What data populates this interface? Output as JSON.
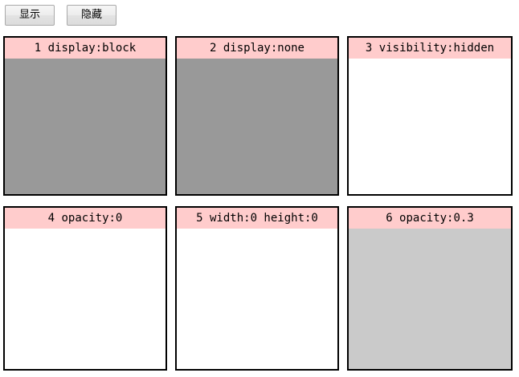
{
  "toolbar": {
    "show_label": "显示",
    "hide_label": "隐藏"
  },
  "colors": {
    "header_bg": "#ffcccc",
    "panel_border": "#000000",
    "body_gray": "#999999",
    "body_dim_gray": "#cacaca",
    "body_white": "#ffffff",
    "page_bg": "#ffffff"
  },
  "panels": [
    {
      "index": "1",
      "title": "1 display:block",
      "fill": "fill-gray",
      "col": "col-1",
      "row": "row-1"
    },
    {
      "index": "2",
      "title": "2 display:none",
      "fill": "fill-gray",
      "col": "col-2",
      "row": "row-1"
    },
    {
      "index": "3",
      "title": "3 visibility:hidden",
      "fill": "fill-none",
      "col": "col-3",
      "row": "row-1"
    },
    {
      "index": "4",
      "title": "4 opacity:0",
      "fill": "fill-none",
      "col": "col-1",
      "row": "row-2"
    },
    {
      "index": "5",
      "title": "5 width:0 height:0",
      "fill": "fill-none",
      "col": "col-2",
      "row": "row-2"
    },
    {
      "index": "6",
      "title": "6 opacity:0.3",
      "fill": "fill-dimgray",
      "col": "col-3",
      "row": "row-2"
    }
  ]
}
